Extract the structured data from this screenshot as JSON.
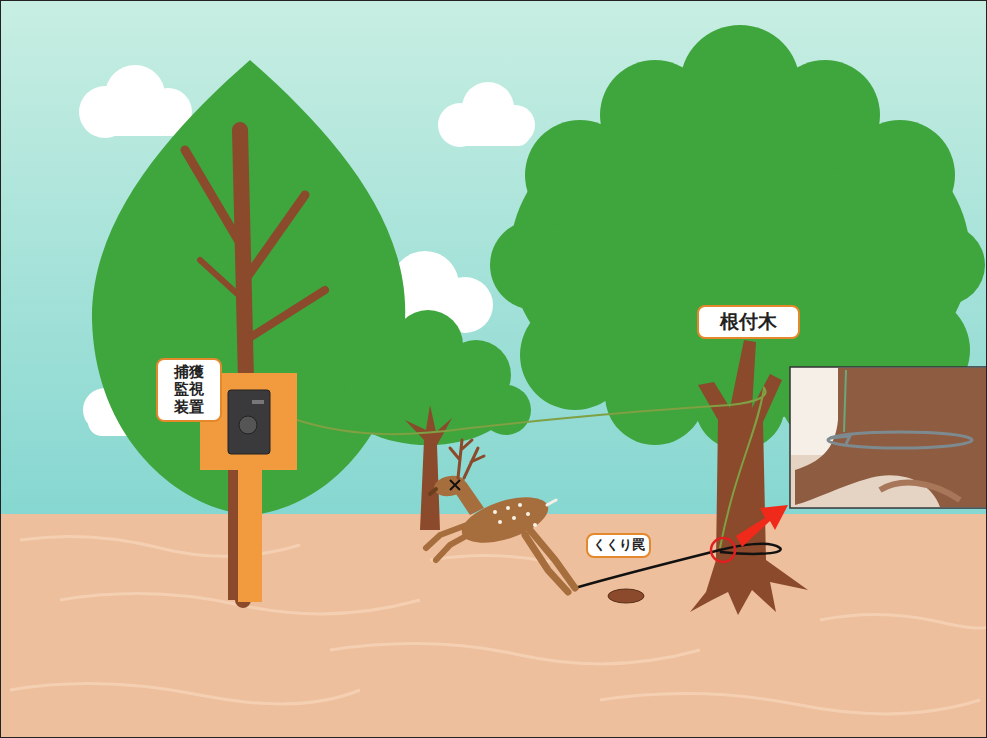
{
  "diagram": {
    "nodes": [
      {
        "text": [
          "根付木"
        ]
      },
      {
        "text": [
          "捕獲 監視 装置"
        ]
      },
      {
        "text": [
          "くくり罠"
        ]
      }
    ]
  }
}
